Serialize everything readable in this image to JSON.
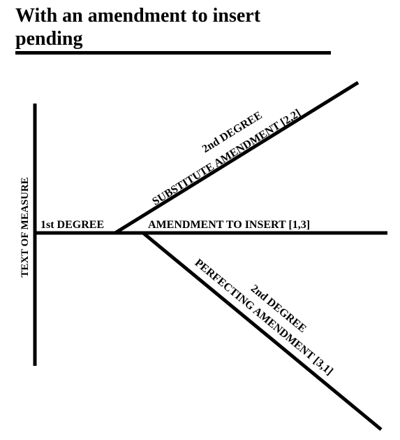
{
  "title": {
    "line1": "With an amendment to insert",
    "line2": "pending"
  },
  "diagram": {
    "measure_label": "TEXT OF MEASURE",
    "first_degree_label": "1st DEGREE",
    "main_branch_label": "AMENDMENT TO INSERT [1,3]",
    "substitute": {
      "degree_label": "2nd DEGREE",
      "amendment_label": "SUBSTITUTE AMENDMENT [2,2]"
    },
    "perfecting": {
      "degree_label": "2nd DEGREE",
      "amendment_label": "PERFECTING AMENDMENT [3,1]"
    }
  }
}
